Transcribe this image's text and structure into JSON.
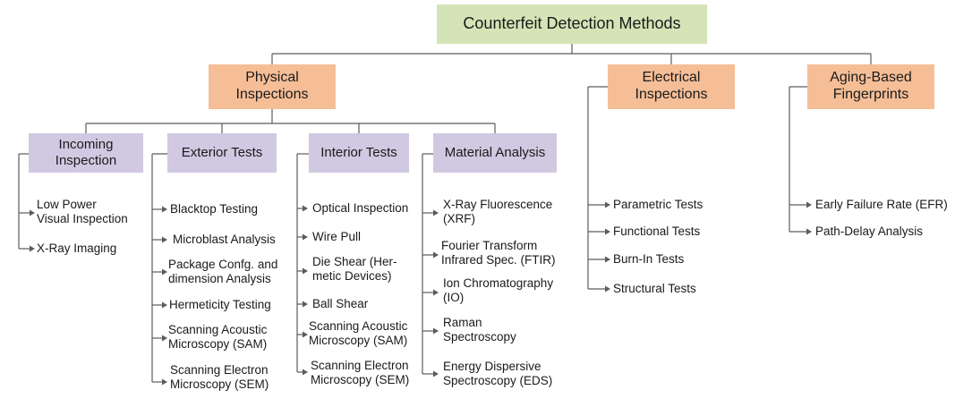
{
  "colors": {
    "root_fill": "#d5e4b6",
    "category_fill": "#f5be97",
    "sub_fill": "#d1c8e2",
    "line": "#5c5c5c"
  },
  "root": {
    "label": "Counterfeit Detection Methods"
  },
  "categories": {
    "physical": {
      "label": "Physical\nInspections",
      "groups": {
        "incoming": {
          "label": "Incoming\nInspection",
          "items": [
            "Low Power\nVisual Inspection",
            "X-Ray Imaging"
          ]
        },
        "exterior": {
          "label": "Exterior Tests",
          "items": [
            "Blacktop Testing",
            "Microblast Analysis",
            "Package Confg. and\ndimension Analysis",
            "Hermeticity Testing",
            "Scanning Acoustic\nMicroscopy (SAM)",
            "Scanning Electron\nMicroscopy (SEM)"
          ]
        },
        "interior": {
          "label": "Interior Tests",
          "items": [
            "Optical Inspection",
            "Wire Pull",
            "Die Shear (Her-\nmetic Devices)",
            "Ball Shear",
            "Scanning Acoustic\nMicroscopy (SAM)",
            "Scanning Electron\nMicroscopy (SEM)"
          ]
        },
        "material": {
          "label": "Material Analysis",
          "items": [
            "X-Ray Fluorescence\n(XRF)",
            "Fourier Transform\nInfrared Spec. (FTIR)",
            "Ion Chromatography\n(IO)",
            "Raman\nSpectroscopy",
            "Energy Dispersive\nSpectroscopy (EDS)"
          ]
        }
      }
    },
    "electrical": {
      "label": "Electrical\nInspections",
      "items": [
        "Parametric Tests",
        "Functional Tests",
        "Burn-In Tests",
        "Structural Tests"
      ]
    },
    "aging": {
      "label": "Aging-Based\nFingerprints",
      "items": [
        "Early Failure Rate (EFR)",
        "Path-Delay Analysis"
      ]
    }
  }
}
